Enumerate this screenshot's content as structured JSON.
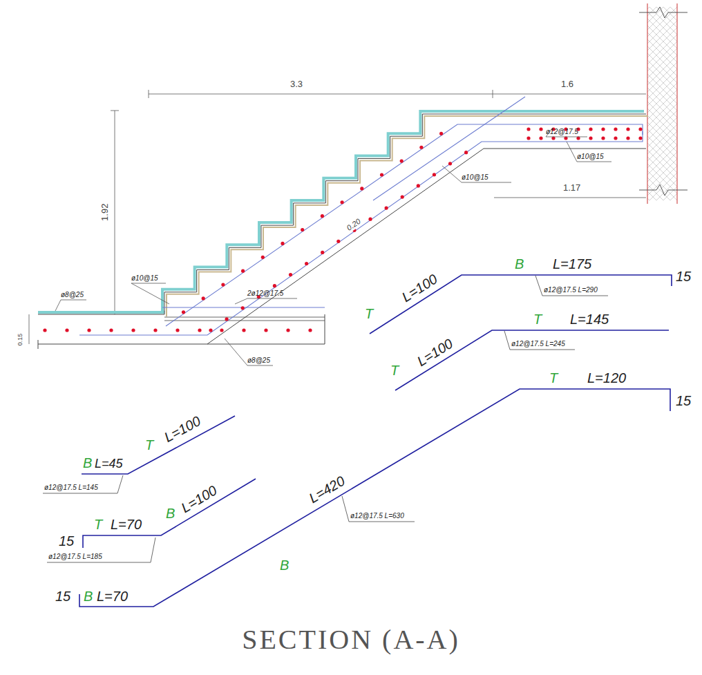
{
  "diagram": {
    "caption": "SECTION (A-A)",
    "labels": [
      "3.3",
      "1.6",
      "1.92",
      "1.17",
      "0.15",
      "ø12@17.5",
      "ø10@15",
      "ø10@15",
      "0.20",
      "ø10@15",
      "2ø12@17.5",
      "ø8@25",
      "ø8@25",
      "T",
      "L=100",
      "B",
      "L=175",
      "15",
      "ø12@17.5 L=290",
      "T",
      "L=100",
      "T",
      "L=145",
      "ø12@17.5 L=245",
      "T",
      "L=120",
      "15",
      "B",
      "L=420",
      "ø12@17.5 L=630",
      "15",
      "B",
      "L=70",
      "B",
      "L=45",
      "T",
      "L=100",
      "ø12@17.5 L=145",
      "15",
      "T",
      "L=70",
      "B",
      "L=100",
      "ø12@17.5 L=185"
    ]
  }
}
